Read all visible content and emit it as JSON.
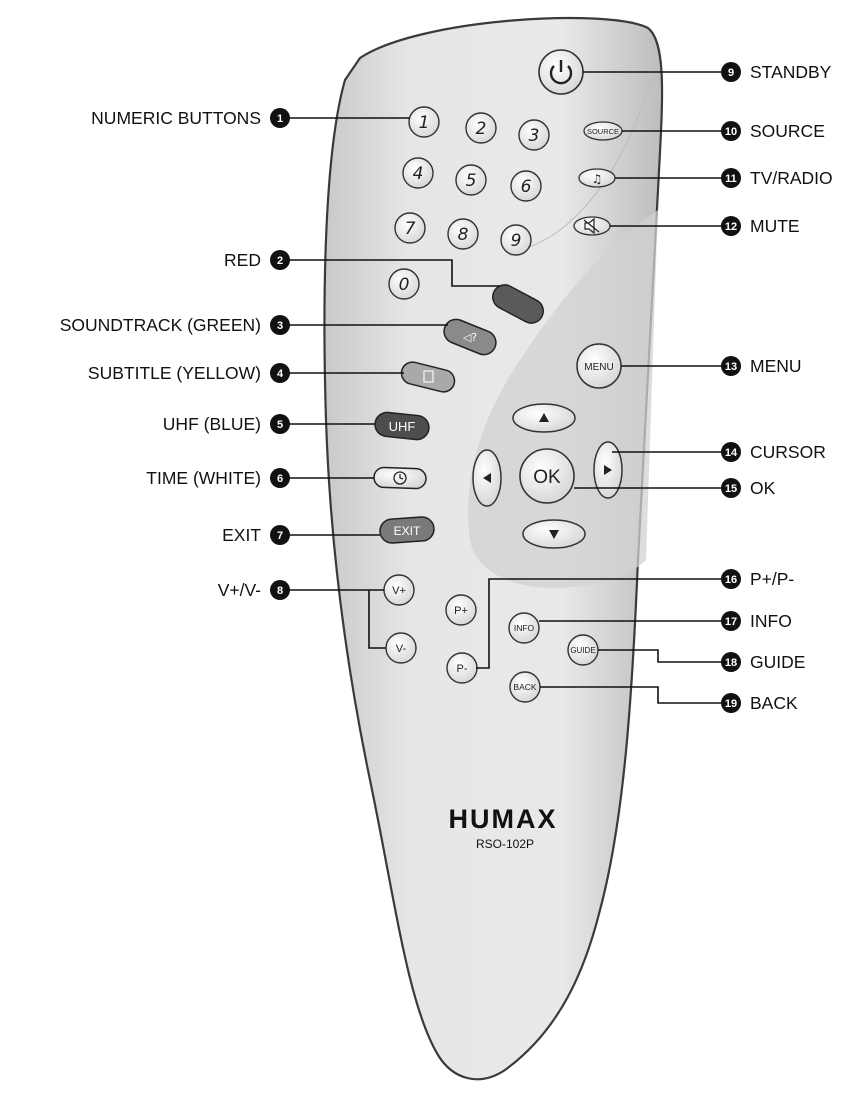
{
  "callouts": [
    {
      "n": "1",
      "label": "NUMERIC BUTTONS"
    },
    {
      "n": "2",
      "label": "RED"
    },
    {
      "n": "3",
      "label": "SOUNDTRACK (GREEN)"
    },
    {
      "n": "4",
      "label": "SUBTITLE (YELLOW)"
    },
    {
      "n": "5",
      "label": "UHF (BLUE)"
    },
    {
      "n": "6",
      "label": "TIME (WHITE)"
    },
    {
      "n": "7",
      "label": "EXIT"
    },
    {
      "n": "8",
      "label": "V+/V-"
    },
    {
      "n": "9",
      "label": "STANDBY"
    },
    {
      "n": "10",
      "label": "SOURCE"
    },
    {
      "n": "11",
      "label": "TV/RADIO"
    },
    {
      "n": "12",
      "label": "MUTE"
    },
    {
      "n": "13",
      "label": "MENU"
    },
    {
      "n": "14",
      "label": "CURSOR"
    },
    {
      "n": "15",
      "label": "OK"
    },
    {
      "n": "16",
      "label": "P+/P-"
    },
    {
      "n": "17",
      "label": "INFO"
    },
    {
      "n": "18",
      "label": "GUIDE"
    },
    {
      "n": "19",
      "label": "BACK"
    }
  ],
  "remote": {
    "brand": "HUMAX",
    "model": "RSO-102P",
    "digits": [
      "1",
      "2",
      "3",
      "4",
      "5",
      "6",
      "7",
      "8",
      "9",
      "0"
    ],
    "buttons": {
      "source": "SOURCE",
      "menu": "MENU",
      "ok": "OK",
      "uhf": "UHF",
      "exit": "EXIT",
      "vol_up": "V+",
      "vol_down": "V-",
      "prog_up": "P+",
      "prog_down": "P-",
      "info": "INFO",
      "guide": "GUIDE",
      "back": "BACK"
    }
  },
  "colors": {
    "red": "#5a5a5a",
    "green": "#8a8a8a",
    "yellow": "#a9a9a9",
    "blue": "#4d4d4d",
    "body": "#e0e0e0"
  }
}
